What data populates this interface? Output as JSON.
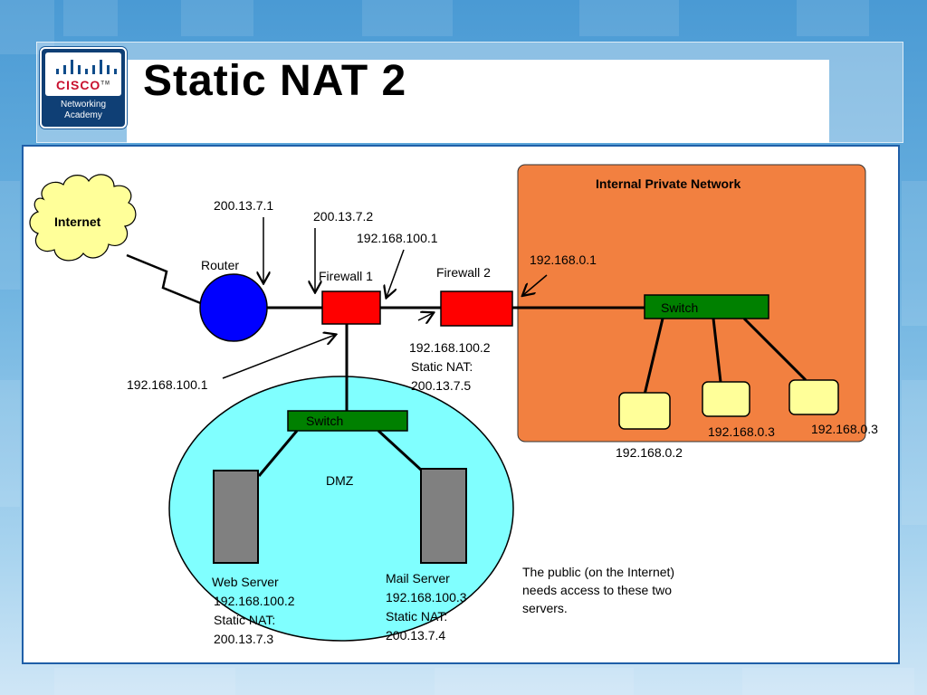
{
  "slide": {
    "title": "Static NAT 2"
  },
  "logo": {
    "brand": "CISCO",
    "tm": "TM",
    "line1": "Networking",
    "line2": "Academy"
  },
  "colors": {
    "private_network": "#f28040",
    "dmz": "#80ffff",
    "firewall": "#ff0000",
    "router": "#0000ff",
    "switch": "#008000",
    "host": "#ffff99",
    "server": "#808080",
    "cloud": "#ffff99"
  },
  "diagram": {
    "internet": "Internet",
    "router": "Router",
    "router_ip": "200.13.7.1",
    "fw1": "Firewall 1",
    "fw1_outside_ip": "200.13.7.2",
    "fw1_to_fw2_ip": "192.168.100.1",
    "fw1_dmz_ip": "192.168.100.1",
    "fw2": "Firewall 2",
    "fw2_inside_ip": "192.168.0.1",
    "fw2_outside_ip": "192.168.100.2",
    "fw2_nat_label": "Static NAT:",
    "fw2_nat_ip": "200.13.7.5",
    "private_network_title": "Internal Private Network",
    "private_switch": "Switch",
    "host1_ip": "192.168.0.2",
    "host2_ip": "192.168.0.3",
    "host3_ip": "192.168.0.3",
    "dmz_label": "DMZ",
    "dmz_switch": "Switch",
    "web_server": "Web Server",
    "web_ip": "192.168.100.2",
    "web_nat_label": "Static NAT:",
    "web_nat_ip": "200.13.7.3",
    "mail_server": "Mail Server",
    "mail_ip": "192.168.100.3",
    "mail_nat_label": "Static NAT:",
    "mail_nat_ip": "200.13.7.4",
    "note_line1": "The public (on the Internet)",
    "note_line2": "needs access to these two",
    "note_line3": "servers."
  }
}
